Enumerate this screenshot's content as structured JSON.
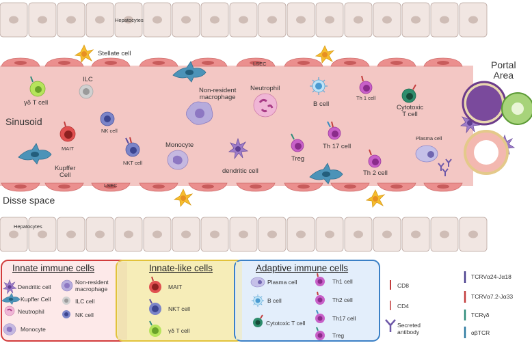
{
  "diagram": {
    "labels": {
      "hepatocytes_top": "Hepatocytes",
      "hepatocytes_bottom": "Hepatocytes",
      "stellate_cell": "Stellate cell",
      "lsec_top": "LSEC",
      "lsec_bottom": "LSEC",
      "portal_area": "Portal\nArea",
      "sinusoid": "Sinusoid",
      "disse_space": "Disse space",
      "kupffer_cell": "Kupffer\nCell",
      "gd_t_cell": "γδ T cell",
      "ilc": "ILC",
      "mait": "MAIT",
      "nk_cell": "NK cell",
      "nkt_cell": "NKT cell",
      "non_resident_macrophage": "Non-resident\nmacrophage",
      "monocyte": "Monocyte",
      "neutrophil": "Neutrophil",
      "dendritic_cell": "dendritic cell",
      "b_cell": "B cell",
      "treg": "Treg",
      "th1_cell": "Th 1 cell",
      "th17_cell": "Th 17 cell",
      "th2_cell": "Th 2 cell",
      "cytotoxic_t_cell": "Cytotoxic\nT cell",
      "plasma_cell": "Plasma cell"
    },
    "colors": {
      "sinusoid": "#f3c7c4",
      "hepatocyte": "#f1e6e2",
      "hepatocyte_nucleus": "#cfbdb6",
      "lsec": "#eb8f8e",
      "stellate": "#f6bd2e",
      "kupffer": "#4c93b8",
      "innate_border": "#d23c3c",
      "innate_bg": "#fde9e9",
      "innate_like_border": "#e2c23a",
      "innate_like_bg": "#f6edb8",
      "adaptive_border": "#3b80c6",
      "adaptive_bg": "#e3eefb"
    }
  },
  "legend": {
    "innate": {
      "title": "Innate immune cells",
      "items": [
        "Dendritic cell",
        "Kupffer Cell",
        "Neutrophil",
        "Monocyte",
        "Non-resident\nmacrophage",
        "ILC cell",
        "NK cell"
      ]
    },
    "innate_like": {
      "title": "Innate-like cells",
      "items": [
        "MAIT",
        "NKT cell",
        "γδ T cell"
      ]
    },
    "adaptive": {
      "title": "Adaptive immune cells",
      "items": [
        "Plasma cell",
        "B cell",
        "Cytotoxic T cell",
        "Th1 cell",
        "Th2 cell",
        "Th17 cell",
        "Treg"
      ]
    },
    "markers": {
      "cd8": "CD8",
      "cd4": "CD4",
      "secreted_antibody": "Secreted\nantibody",
      "tcr_va24": "TCRVα24-Jα18",
      "tcr_va72": "TCRVα7.2-Jα33",
      "tcr_gd": "TCRγδ",
      "tcr_ab": "αβTCR"
    }
  }
}
